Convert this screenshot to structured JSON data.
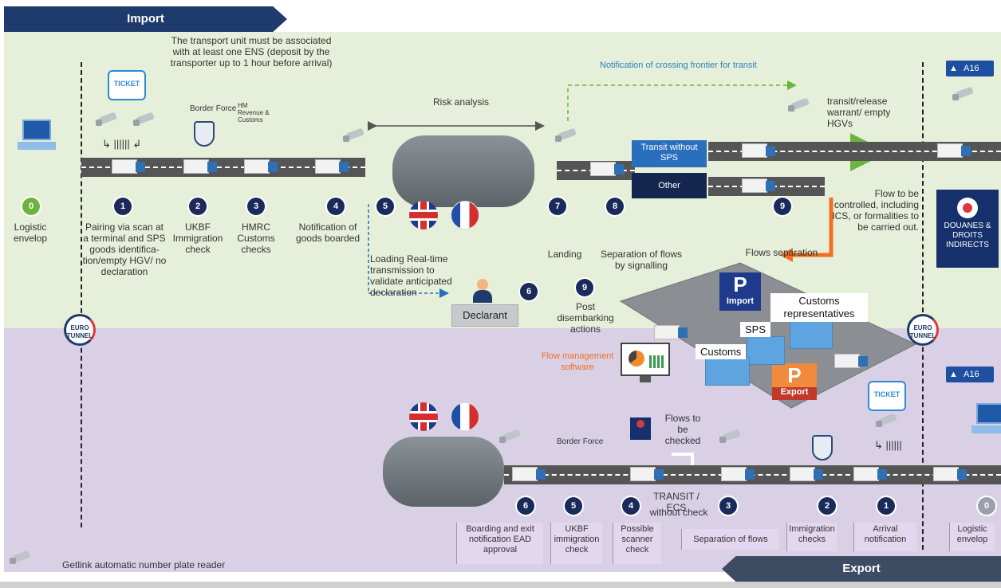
{
  "banners": {
    "import": "Import",
    "export": "Export"
  },
  "import_top": {
    "ens_note": "The transport unit must be associated with at least one ENS (deposit by the transporter up to 1 hour before arrival)",
    "risk_analysis": "Risk analysis",
    "transit_notification": "Notification of crossing frontier for transit",
    "transit_release": "transit/release warrant/ empty HGVs",
    "border_force": "Border Force",
    "hmrc_logo": "HM Revenue & Customs",
    "ticket": "TICKET",
    "a16": "A16"
  },
  "import_steps": [
    {
      "num": "0",
      "label": "Logistic envelop"
    },
    {
      "num": "1",
      "label": "Pairing via scan at a terminal and SPS goods identifica-tion/empty HGV/ no declaration"
    },
    {
      "num": "2",
      "label": "UKBF Immigration check"
    },
    {
      "num": "3",
      "label": "HMRC Customs checks"
    },
    {
      "num": "4",
      "label": "Notification of goods boarded"
    },
    {
      "num": "5",
      "label": "Loading Real-time transmission to validate anticipated declaration"
    },
    {
      "num": "6",
      "label": ""
    },
    {
      "num": "7",
      "label": "Landing"
    },
    {
      "num": "8",
      "label": "Separation of flows by signalling"
    },
    {
      "num": "9",
      "label": "Flows separation"
    },
    {
      "num": "9",
      "label": "Post disembarking actions"
    }
  ],
  "lanes": {
    "transit_without_sps": "Transit without SPS",
    "other": "Other"
  },
  "flow_controlled": "Flow to be controlled, including ICS, or formalities to be carried out.",
  "douanes": "DOUANES & DROITS INDIRECTS",
  "declarant": "Declarant",
  "eurotunnel": "EURO TUNNEL",
  "parking": {
    "p": "P",
    "import": "Import",
    "export": "Export",
    "customs_representatives": "Customs representatives",
    "sps": "SPS",
    "customs": "Customs"
  },
  "flow_software": "Flow management software",
  "export_mid": {
    "flows_checked": "Flows to be checked",
    "border_force": "Border Force",
    "transit_ecs": "TRANSIT / ECS",
    "without_check": "without check"
  },
  "export_steps": [
    {
      "num": "6",
      "label": "Boarding and exit notification EAD approval"
    },
    {
      "num": "5",
      "label": "UKBF immigration check"
    },
    {
      "num": "4",
      "label": "Possible scanner check"
    },
    {
      "num": "3",
      "label": "Separation of flows"
    },
    {
      "num": "2",
      "label": "Immigration checks"
    },
    {
      "num": "1",
      "label": "Arrival notification"
    },
    {
      "num": "0",
      "label": "Logistic envelop"
    }
  ],
  "legend": {
    "anpr": "Getlink automatic number plate reader"
  },
  "colors": {
    "navy": "#1f3a6d",
    "green": "#6db33f",
    "orange": "#f26f21",
    "blue": "#2a6fbd"
  }
}
